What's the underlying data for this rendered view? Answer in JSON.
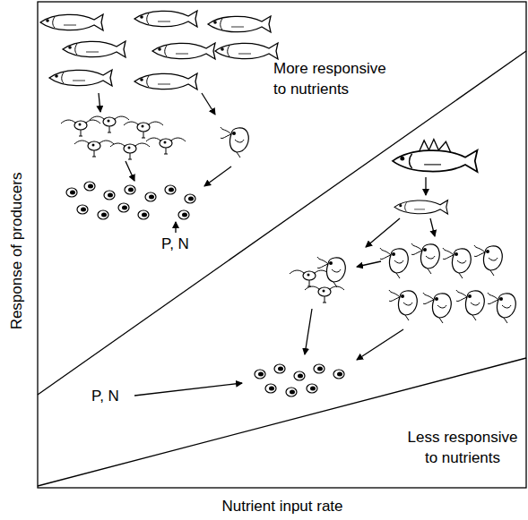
{
  "diagram": {
    "labels": [
      "More responsive to nutrients",
      "P, N",
      "P, N",
      "Less responsive to nutrients",
      "Response of producers",
      "Nutrient input rate"
    ]
  }
}
